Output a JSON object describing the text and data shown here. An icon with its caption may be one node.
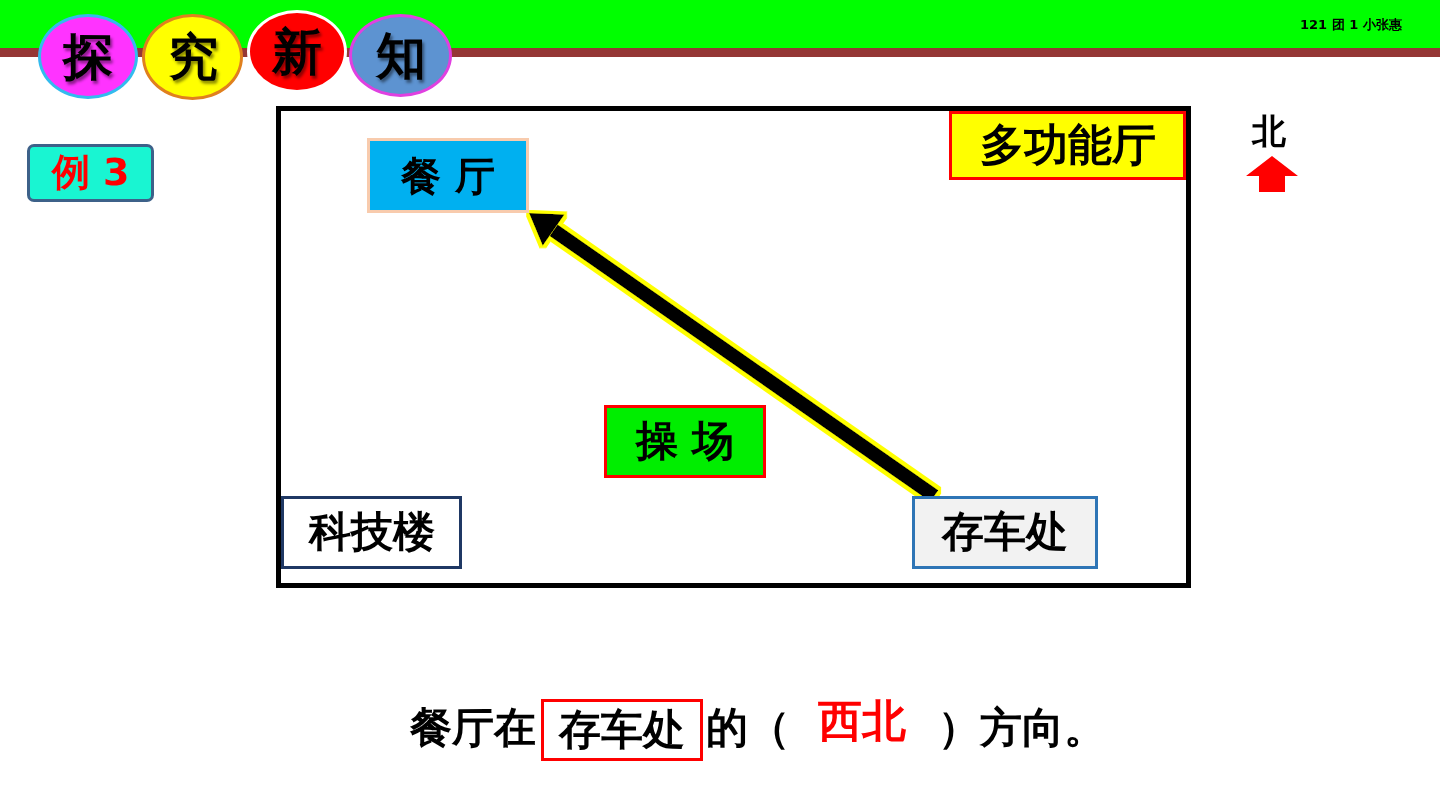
{
  "diagram": {
    "nodes": [
      {
        "text": [
          "探"
        ]
      },
      {
        "text": [
          "究"
        ]
      },
      {
        "text": [
          "新"
        ]
      },
      {
        "text": [
          "知"
        ]
      },
      {
        "text": [
          "例 3"
        ]
      },
      {
        "text": [],
        "shape": "box"
      },
      {
        "text": [
          "餐 厅"
        ],
        "in": 5
      },
      {
        "text": [
          "多功能厅"
        ],
        "in": 5
      },
      {
        "text": [
          "操 场"
        ],
        "in": 5
      },
      {
        "text": [
          "科技楼"
        ],
        "in": 5
      },
      {
        "text": [
          "存车处"
        ],
        "in": 5
      },
      {
        "text": [
          "存车处"
        ]
      }
    ],
    "edges": [
      {
        "from": 10,
        "to": 6,
        "arrow": "to"
      }
    ],
    "labels": [
      "121 团 1 小张惠",
      "北",
      "餐厅在",
      "的（",
      "西北",
      "）方向。"
    ]
  }
}
